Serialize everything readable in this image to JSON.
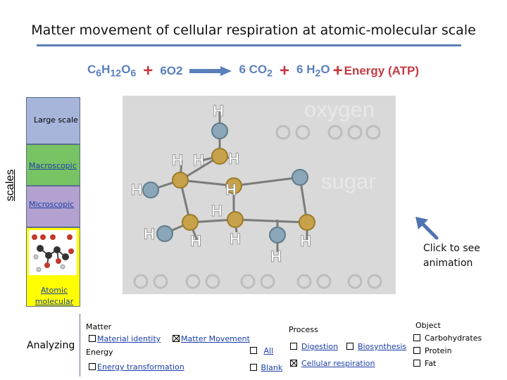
{
  "title": "Matter movement of cellular respiration at atomic-molecular scale",
  "equation": {
    "reactant1": "C6H12O6",
    "plus1": "+",
    "reactant2": "6O2",
    "product1": "6 CO2",
    "plus2": "+",
    "product2": "6 H2O",
    "plus3": "+",
    "energy": "Energy (ATP)"
  },
  "scales": {
    "axis_label": "scales",
    "large": "Large scale",
    "macro": "Macroscopic",
    "micro": "Microscopic",
    "atomic": "Atomic molecular"
  },
  "panel": {
    "oxygen_word": "oxygen",
    "sugar_word": "sugar"
  },
  "click_hint": {
    "line1": "Click to see",
    "line2": "animation"
  },
  "analyzing": {
    "label": "Analyzing",
    "matter_heading": "Matter",
    "material_identity": "Material identity",
    "matter_movement": "Matter Movement",
    "energy_heading": "Energy",
    "energy_transformation": "Energy transformation",
    "all": "All",
    "blank": "Blank",
    "process_heading": "Process",
    "digestion": "Digestion",
    "biosynthesis": "Biosynthesis",
    "cellular_respiration": "Cellular respiration",
    "object_heading": "Object",
    "carbohydrates": "Carbohydrates",
    "protein": "Protein",
    "fat": "Fat"
  },
  "checked": {
    "matter_movement": true,
    "cellular_respiration": true
  },
  "colors": {
    "rule": "#5b7fb5",
    "large_scale": "#a6b5d9",
    "macroscopic": "#78c363",
    "microscopic": "#b3a1cf",
    "atomic_molecular": "#ffff00",
    "carbon": "#c8a24a",
    "oxygen": "#8aa6b8",
    "hydrogen": "#9fa29f",
    "link": "#1a3ea8"
  }
}
